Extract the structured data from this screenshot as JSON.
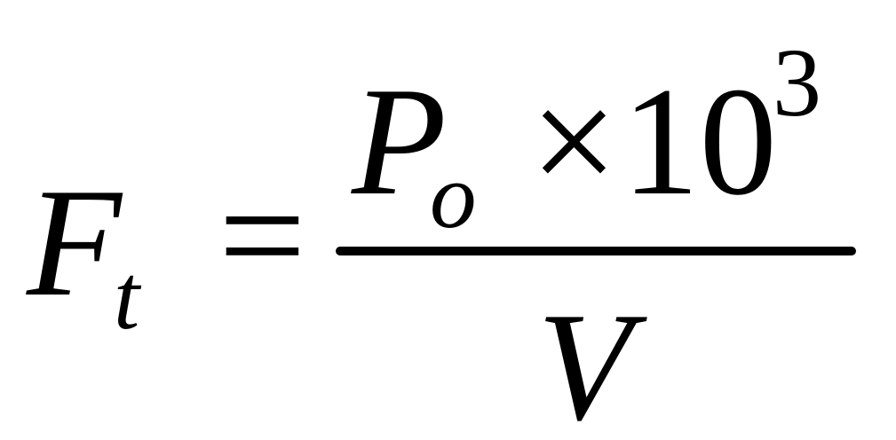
{
  "equation": {
    "lhs_symbol": "F",
    "lhs_subscript": "t",
    "equals": "=",
    "numerator": {
      "symbol": "P",
      "subscript": "o",
      "times": "×",
      "base": "10",
      "exponent": "3"
    },
    "denominator": "V"
  },
  "colors": {
    "background": "#ffffff",
    "ink": "#000000"
  }
}
